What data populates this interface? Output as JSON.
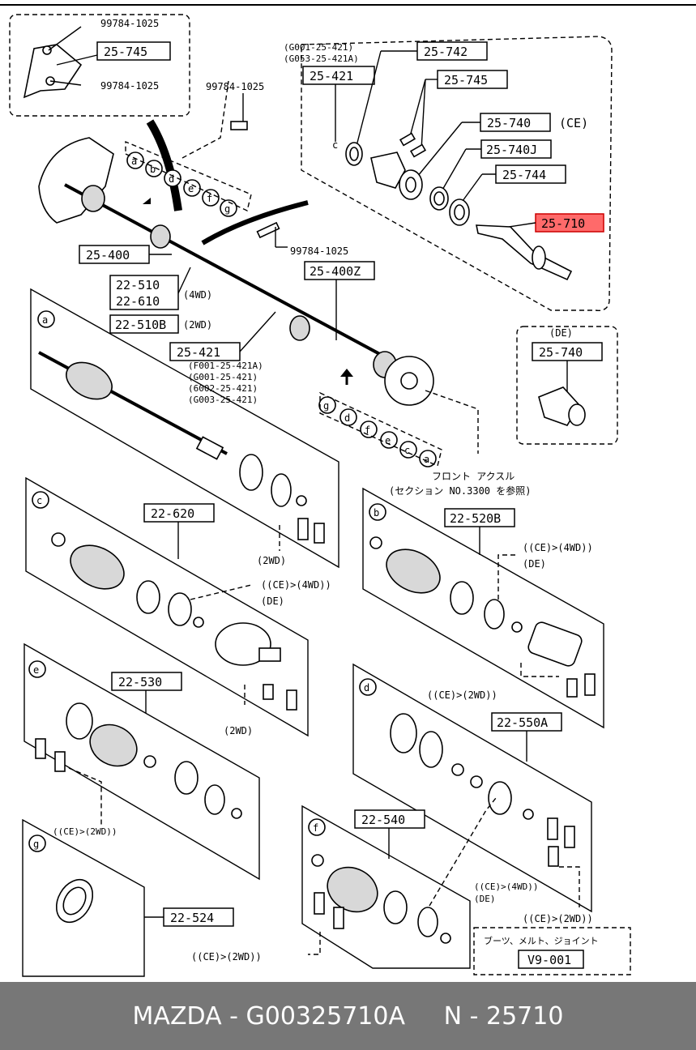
{
  "labels": {
    "bolt_top_1": "99784-1025",
    "bolt_top_2": "99784-1025",
    "bracket_745_top": "25-745",
    "bolt_mid": "99784-1025",
    "bolt_mid2": "99784-1025",
    "g_note_1": "(G001-25-421)",
    "g_note_2": "(G053-25-421A)",
    "p_25_742": "25-742",
    "p_25_421_top": "25-421",
    "p_25_745": "25-745",
    "p_25_740": "25-740",
    "ce_note": "(CE)",
    "p_25_740J": "25-740J",
    "p_25_744": "25-744",
    "p_25_710": "25-710",
    "p_25_400": "25-400",
    "p_25_400Z": "25-400Z",
    "p_22_510": "22-510",
    "p_22_610": "22-610",
    "wd4": "(4WD)",
    "p_22_510B": "22-510B",
    "wd2": "(2WD)",
    "p_25_421": "25-421",
    "f_note_1": "(F001-25-421A)",
    "f_note_2": "(G001-25-421)",
    "f_note_3": "(6002-25-421)",
    "f_note_4": "(G003-25-421)",
    "de_title": "(DE)",
    "de_part": "25-740",
    "front_axle": "フロント アクスル",
    "section_ref": "(セクション NO.3300 を参照)",
    "p_22_620": "22-620",
    "ce4wd_c": "((CE)>(4WD))",
    "de_c": "(DE)",
    "wd2_a": "(2WD)",
    "wd2_c": "(2WD)",
    "p_22_520B": "22-520B",
    "ce4wd_b": "((CE)>(4WD))",
    "de_b": "(DE)",
    "ce2wd_b": "((CE)>(2WD))",
    "p_22_530": "22-530",
    "ce2wd_e": "((CE)>(2WD))",
    "p_22_550A": "22-550A",
    "p_22_540": "22-540",
    "ce4wd_f": "((CE)>(4WD))",
    "de_f": "(DE)",
    "ce2wd_d": "((CE)>(2WD))",
    "p_22_524": "22-524",
    "ce2wd_f": "((CE)>(2WD))",
    "kit_note": "ブーツ、メルト、ジョイント",
    "kit_code": "V9-001"
  },
  "letters": {
    "a": "a",
    "b": "b",
    "c": "c",
    "d": "d",
    "e": "e",
    "f": "f",
    "g": "g"
  },
  "footer": {
    "brand": "MAZDA",
    "part_no": "G00325710A",
    "ref": "N - 25710"
  },
  "colors": {
    "highlight": "#ff6a6a",
    "footer_bg": "#777777"
  }
}
